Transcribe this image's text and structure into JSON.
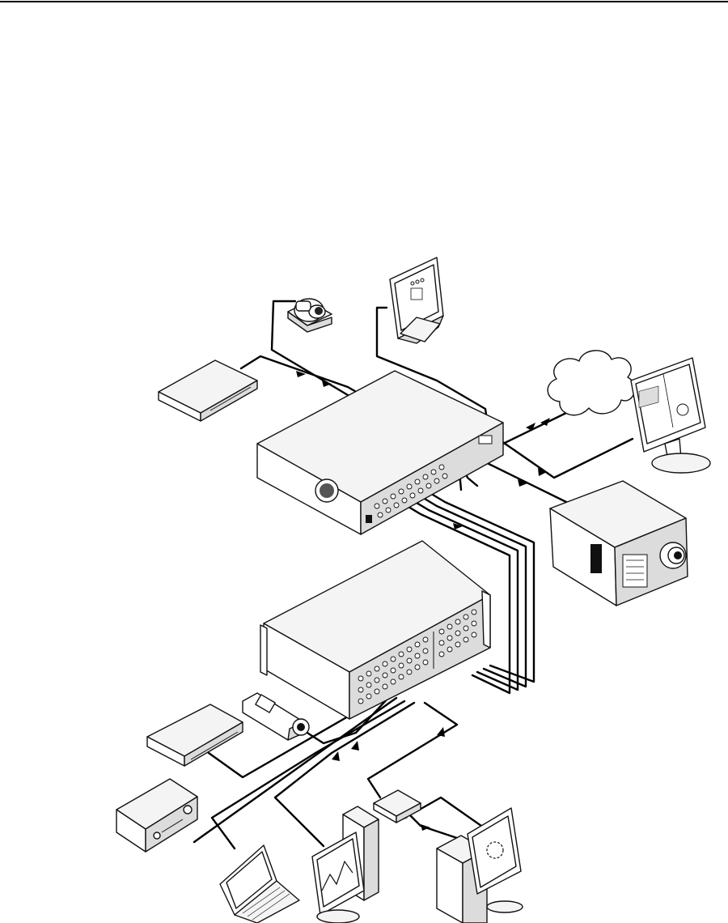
{
  "diagram": {
    "type": "av-system-connection-illustration",
    "devices": [
      {
        "name": "ptz-camera",
        "icon": "camera-icon"
      },
      {
        "name": "touchpanel",
        "icon": "touchpanel-icon"
      },
      {
        "name": "network",
        "icon": "cloud-icon"
      },
      {
        "name": "lcd-monitor",
        "icon": "monitor-icon"
      },
      {
        "name": "projector",
        "icon": "projector-icon"
      },
      {
        "name": "media-player",
        "icon": "dvd-player-icon"
      },
      {
        "name": "switcher",
        "icon": "switcher-icon"
      },
      {
        "name": "matrix-switcher",
        "icon": "matrix-switcher-icon"
      },
      {
        "name": "camcorder",
        "icon": "camcorder-icon"
      },
      {
        "name": "dvd-player",
        "icon": "dvd-player-icon"
      },
      {
        "name": "av-receiver",
        "icon": "receiver-icon"
      },
      {
        "name": "laptop",
        "icon": "laptop-icon"
      },
      {
        "name": "desktop-pc",
        "icon": "pc-icon"
      },
      {
        "name": "interface",
        "icon": "interface-box-icon"
      },
      {
        "name": "workstation",
        "icon": "pc-icon"
      }
    ],
    "colors": {
      "line": "#111111",
      "background": "#ffffff",
      "shade": "#dcdcdc"
    }
  }
}
